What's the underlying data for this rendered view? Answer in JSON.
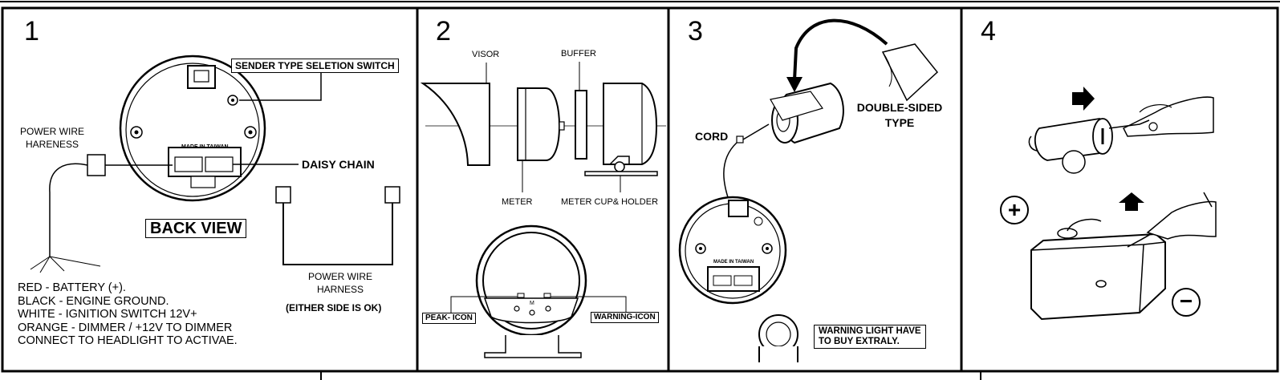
{
  "panels": [
    {
      "number": "1"
    },
    {
      "number": "2"
    },
    {
      "number": "3"
    },
    {
      "number": "4"
    }
  ],
  "panel1": {
    "sender_switch_label": "SENDER TYPE SELETION SWITCH",
    "power_wire_label_top": "POWER WIRE",
    "power_wire_label_bottom": "HARENESS",
    "made_in_taiwan": "MADE IN TAIWAN",
    "daisy_chain_label": "DAISY CHAIN",
    "back_view_label": "BACK VIEW",
    "harness_label_top": "POWER WIRE",
    "harness_label_bottom": "HARNESS",
    "either_side_label": "(EITHER SIDE IS OK)",
    "wiring_lines": [
      "RED - BATTERY (+).",
      "BLACK - ENGINE GROUND.",
      "WHITE - IGNITION SWITCH 12V+",
      "ORANGE - DIMMER / +12V TO DIMMER",
      "CONNECT TO HEADLIGHT TO ACTIVAE."
    ]
  },
  "panel2": {
    "visor_label": "VISOR",
    "buffer_label": "BUFFER",
    "meter_label": "METER",
    "meter_cup_label": "METER CUP& HOLDER",
    "peak_icon_label": "PEAK- ICON",
    "warning_icon_label": "WARNING-ICON",
    "button_letter": "M"
  },
  "panel3": {
    "cord_label": "CORD",
    "double_sided_top": "DOUBLE-SIDED",
    "double_sided_bottom": "TYPE",
    "made_in_taiwan": "MADE IN TAIWAN",
    "warning_light_top": "WARNING LIGHT HAVE",
    "warning_light_bottom": "TO BUY EXTRALY."
  },
  "panel4": {
    "plus_symbol": "+",
    "minus_symbol": "−"
  }
}
